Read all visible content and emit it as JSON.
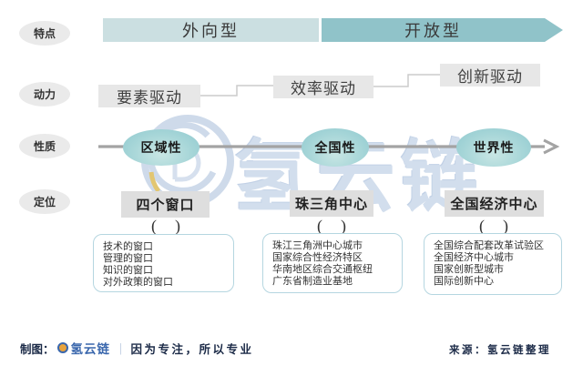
{
  "row_labels": [
    "特点",
    "动力",
    "性质",
    "定位"
  ],
  "banner": {
    "left_label": "外向型",
    "right_label": "开放型"
  },
  "drivers": [
    "要素驱动",
    "效率驱动",
    "创新驱动"
  ],
  "nature": [
    "区域性",
    "全国性",
    "世界性"
  ],
  "positioning": [
    "四个窗口",
    "珠三角中心",
    "全国经济中心"
  ],
  "paren": {
    "open": "(",
    "close": ")"
  },
  "details": [
    {
      "items": [
        "技术的窗口",
        "管理的窗口",
        "知识的窗口",
        "对外政策的窗口"
      ]
    },
    {
      "items": [
        "珠江三角洲中心城市",
        "国家综合性经济特区",
        "华南地区综合交通枢纽",
        "广东省制造业基地"
      ]
    },
    {
      "items": [
        "全国综合配套改革试验区",
        "全国经济中心城市",
        "国家创新型城市",
        "国际创新中心"
      ]
    }
  ],
  "watermark": {
    "text": "氢云链"
  },
  "footer": {
    "made_by_prefix": "制图：",
    "brand": "氢云链",
    "divider": "｜",
    "slogan": "因为专注，所以专业",
    "source": "来源：氢云链整理"
  },
  "colors": {
    "banner_light": "#cbdfe1",
    "banner_dark": "#90c3c9",
    "oval_teal": "#a7d6d8",
    "box_gray": "#e7e7e7",
    "card_border": "#b5d6e0",
    "watermark_blue": "#c7d6e9",
    "brand_blue": "#3a67ad",
    "footer_navy": "#1b2a47",
    "arrow_gray": "#a3a3a3"
  }
}
